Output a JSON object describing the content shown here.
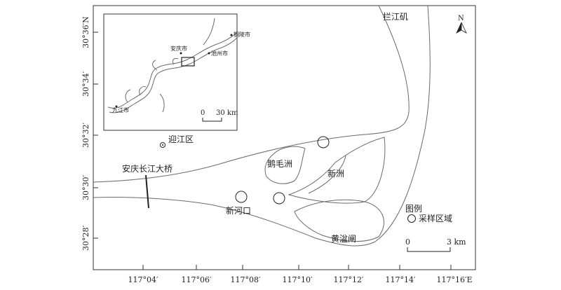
{
  "map": {
    "x_ticks": [
      "117°04′",
      "117°06′",
      "117°08′",
      "117°10′",
      "117°12′",
      "117°14′",
      "117°16′E"
    ],
    "y_ticks": [
      "30°36′N",
      "30°34′",
      "30°32′",
      "30°30′",
      "30°28′"
    ],
    "places": {
      "lanjiangji": "拦江矶",
      "yingjiang": "迎江区",
      "bridge": "安庆长江大桥",
      "emaozhou": "鹅毛洲",
      "xinzhou": "新洲",
      "xinhekou": "新河口",
      "huangpenzha": "黄湓闸"
    },
    "north": "N",
    "legend": {
      "title": "图例",
      "item": "采样区域"
    },
    "scale": {
      "zero": "0",
      "end": "3 km"
    },
    "inset": {
      "tongling": "铜陵市",
      "anqing": "安庆市",
      "chizhou": "池州市",
      "jiujiang": "九江市",
      "scale_zero": "0",
      "scale_end": "30 km"
    }
  },
  "colors": {
    "frame": "#333333",
    "river_line": "#6a6a6a"
  }
}
